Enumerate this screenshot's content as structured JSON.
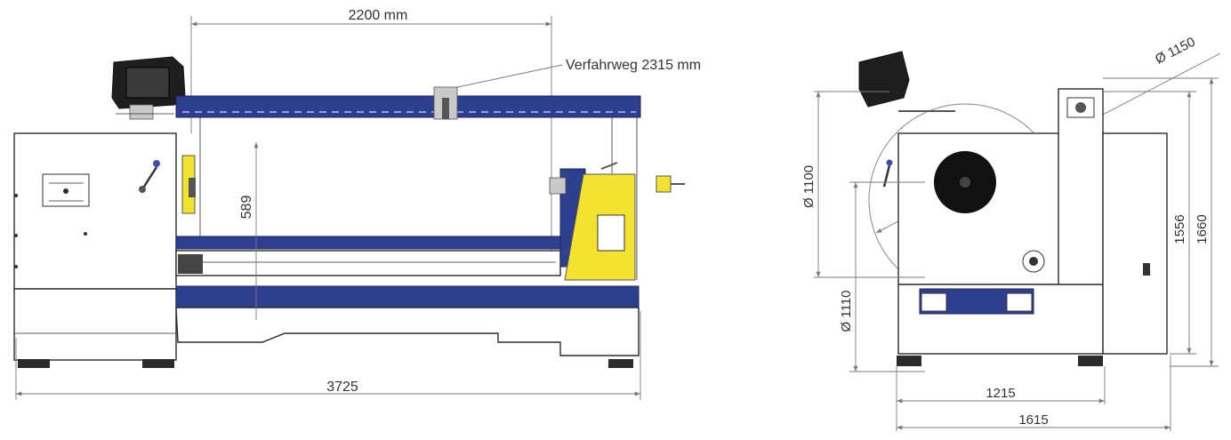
{
  "dimensions": {
    "front_travel_width": "2200 mm",
    "travel_path": "Verfahrweg 2315 mm",
    "front_height_589": "589",
    "front_total_length": "3725",
    "side_drum_diameter": "Ø 1150",
    "side_dia_1100": "Ø 1100",
    "side_dia_1110": "Ø 1110",
    "side_width_1215": "1215",
    "side_width_1615": "1615",
    "side_height_1556": "1556",
    "side_height_1660": "1660"
  },
  "colors": {
    "frame_blue": "#2f3f8f",
    "carriage_yellow": "#f2e330",
    "dimension_grey": "#7a7a7a"
  }
}
